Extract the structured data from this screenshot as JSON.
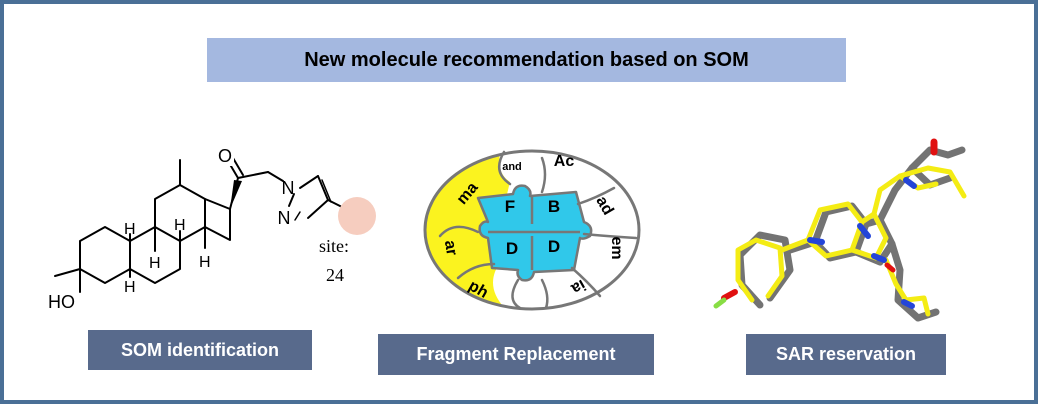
{
  "title": "New molecule recommendation based on SOM",
  "panels": [
    {
      "label": "SOM identification"
    },
    {
      "label": "Fragment Replacement"
    },
    {
      "label": "SAR reservation"
    }
  ],
  "molecule": {
    "atoms": {
      "oxygen": "O",
      "n1": "N",
      "n2": "N",
      "ho": "HO",
      "h1": "H",
      "h2": "H",
      "h3": "H",
      "h4": "H",
      "h5": "H"
    },
    "site_label": "site:",
    "site_number": "24",
    "site_color": "#f6cdbf"
  },
  "puzzle": {
    "pieces": [
      "F",
      "B",
      "D",
      "D"
    ],
    "rim_text": [
      "ph",
      "ar",
      "ma",
      "and",
      "Ac",
      "ad",
      "em",
      "ia"
    ],
    "colors": {
      "yellow": "#fbf31f",
      "cyan": "#30c8ea",
      "outline": "#777777"
    }
  },
  "ligands": {
    "colors": {
      "gray": "#737373",
      "yellow": "#f4ec14",
      "nitrogen": "#2445d8",
      "oxygen": "#e01010",
      "fluorine": "#88dd44"
    }
  }
}
